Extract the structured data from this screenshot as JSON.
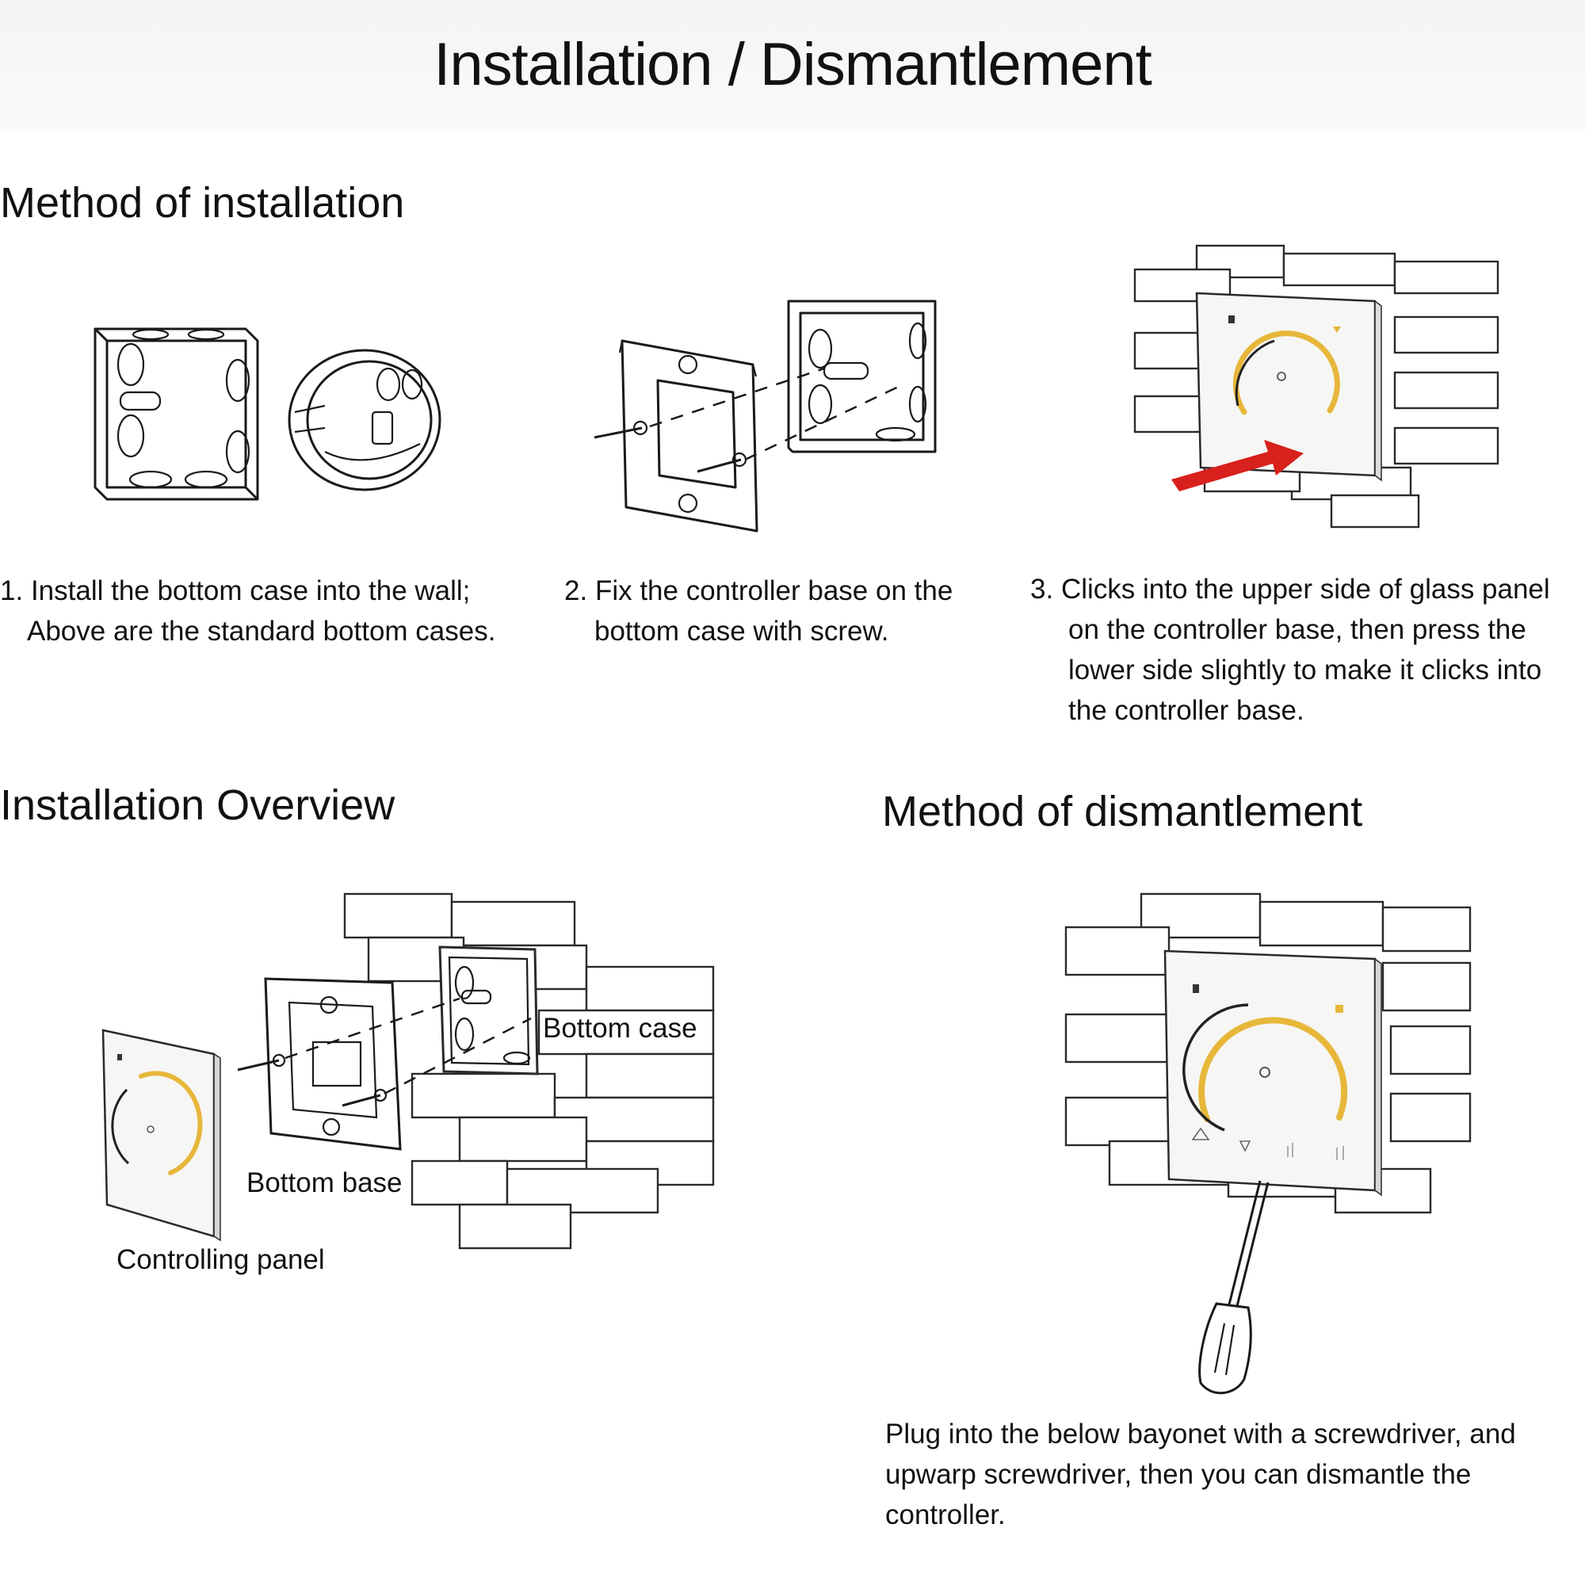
{
  "header": {
    "title": "Installation / Dismantlement"
  },
  "installation": {
    "heading": "Method of installation",
    "steps": [
      {
        "number": "1.",
        "line1": "Install the bottom case into the wall;",
        "line2": "Above are the standard bottom cases."
      },
      {
        "number": "2.",
        "line1": "Fix the controller base on the",
        "line2": "bottom case with screw."
      },
      {
        "number": "3.",
        "line1": "Clicks into the upper side of glass panel",
        "line2": "on the controller base, then press the",
        "line3": "lower side slightly to make it clicks into",
        "line4": "the controller base."
      }
    ]
  },
  "overview": {
    "heading": "Installation Overview",
    "labels": {
      "bottom_case": "Bottom case",
      "bottom_base": "Bottom base",
      "controlling_panel": "Controlling panel"
    }
  },
  "dismantlement": {
    "heading": "Method of dismantlement",
    "line1": "Plug into the below bayonet with a screwdriver,",
    "line2": "and upwarp screwdriver, then you can dismantle",
    "line3": "the controller."
  },
  "colors": {
    "dial_ring": "#e7b73a",
    "arrow": "#d8201c",
    "line": "#1a1a1a"
  },
  "icons": [
    "square-bottom-case-icon",
    "round-bottom-case-icon",
    "controller-base-icon",
    "screw-icon",
    "brick-wall-icon",
    "glass-panel-icon",
    "dial-ring-icon",
    "press-arrow-icon",
    "screwdriver-icon"
  ]
}
